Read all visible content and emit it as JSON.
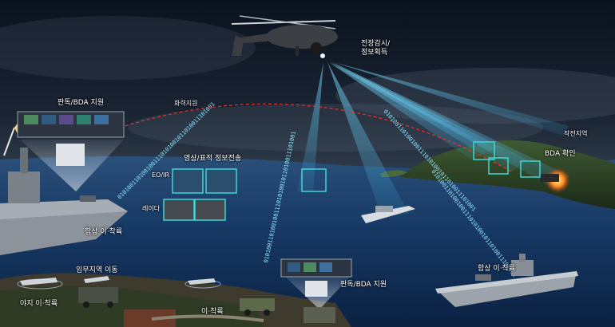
{
  "labels": {
    "surveillance": "전장감시/\n정보획득",
    "fire_support": "화력지원",
    "decision_bda_top": "판독/BDA 지원",
    "ops_area": "작전지역",
    "bda_confirm": "BDA 확인",
    "video_target_tx": "영상/표적 정보전송",
    "eo_ir": "EO/IR",
    "radar": "레이다",
    "ship_takeoff_left": "함상 이·착륙",
    "mission_area_move": "임무지역 이동",
    "field_takeoff": "야지 이·착륙",
    "takeoff_landing": "이·착륙",
    "decision_bda_bottom": "판독/BDA 지원",
    "ship_takeoff_right": "함상 이·착륙"
  },
  "binary_pattern": "0101001101001001110101001011010011101001",
  "colors": {
    "beam": "#5fd3ff",
    "binary_text": "#8fe6ff",
    "fire_path": "#e8322a",
    "frame": "#3fd6d6",
    "sky_top": "#0a121e",
    "sea": "#10305a"
  },
  "icons": [
    "helicopter-icon",
    "ship-icon",
    "drone-icon",
    "truck-icon",
    "console-icon"
  ]
}
